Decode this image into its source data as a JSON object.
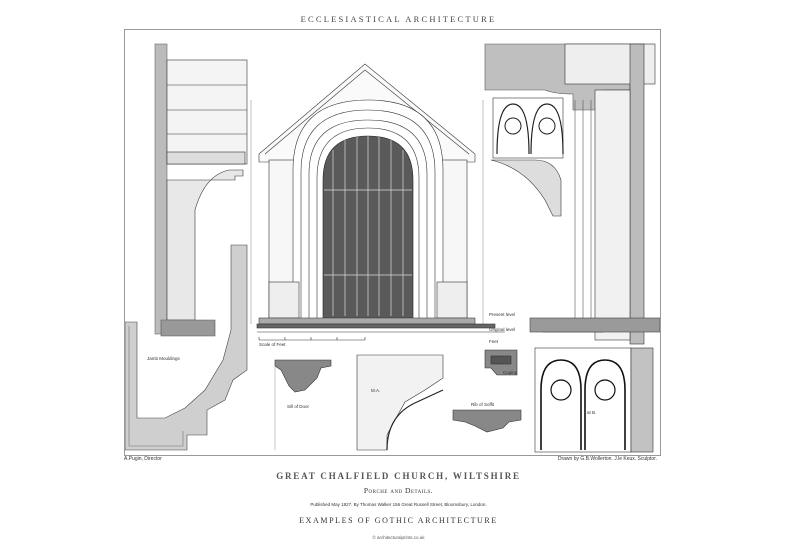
{
  "header": {
    "title": "ECCLESIASTICAL ARCHITECTURE"
  },
  "plate": {
    "labels": {
      "jamb_mouldings": "Jamb Mouldings",
      "scale_of_feet": "Scale of Feet",
      "present_level": "Present level",
      "original_level": "Original level",
      "feet": "Feet",
      "coping": "Coping",
      "sill_of_door": "Sill of Door",
      "section_ma": "M.A.",
      "rib_of_soffit": "Rib of Soffit",
      "section_mb": "at B."
    },
    "credits": {
      "director": "A.Pugin, Director",
      "engravers": "Drawn by G.B.Wollerton. J.le Keux. Sculptor."
    }
  },
  "footer": {
    "main_title": "GREAT CHALFIELD CHURCH, WILTSHIRE",
    "subtitle": "Porche and Details.",
    "publisher": "Published May 1827. By Thomas Walker 156 Great Russell Street, Bloomsbury, London.",
    "series": "EXAMPLES OF GOTHIC ARCHITECTURE",
    "website": "© architecturalprints.co.uk"
  }
}
